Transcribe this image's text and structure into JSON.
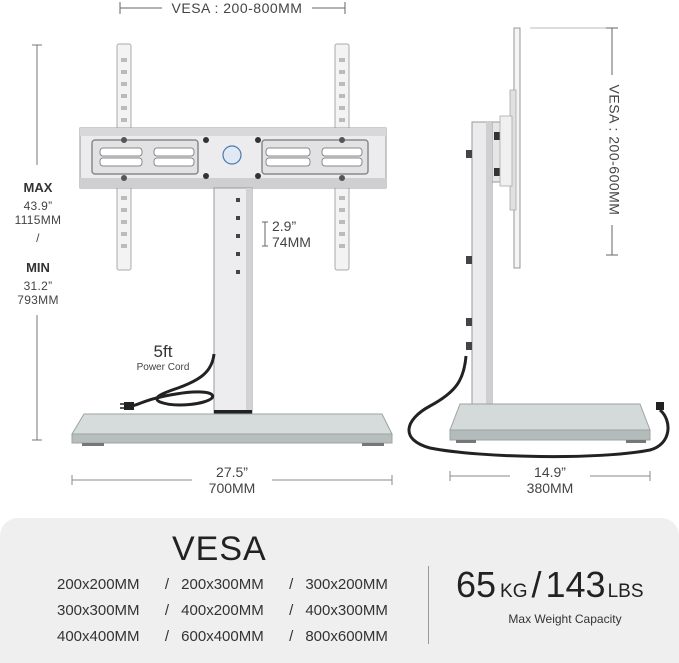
{
  "dimensions": {
    "vesa_width_label": "VESA : 200-800MM",
    "vesa_height_label": "VESA : 200-600MM",
    "max_label": "MAX",
    "max_in": "43.9”",
    "max_mm": "1115MM",
    "slash": "/",
    "min_label": "MIN",
    "min_in": "31.2”",
    "min_mm": "793MM",
    "step_in": "2.9”",
    "step_mm": "74MM",
    "cord_len": "5ft",
    "cord_label": "Power Cord",
    "width_in": "27.5”",
    "width_mm": "700MM",
    "depth_in": "14.9”",
    "depth_mm": "380MM"
  },
  "vesa": {
    "title": "VESA",
    "separator": "/",
    "rows": [
      [
        "200x200MM",
        "200x300MM",
        "300x200MM"
      ],
      [
        "300x300MM",
        "400x200MM",
        "400x300MM"
      ],
      [
        "400x400MM",
        "600x400MM",
        "800x600MM"
      ]
    ]
  },
  "weight": {
    "kg_value": "65",
    "kg_unit": "KG",
    "divider": "/",
    "lbs_value": "143",
    "lbs_unit": "LBS",
    "caption": "Max Weight Capacity"
  },
  "colors": {
    "panel_bg": "#efefef",
    "metal": "#e8e8ea",
    "glass": "#c9cfce",
    "cord": "#222222"
  }
}
